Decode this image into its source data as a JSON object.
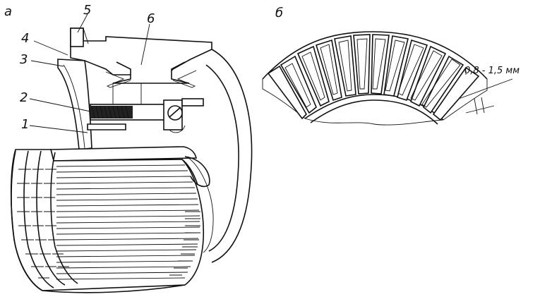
{
  "figure": {
    "view_a_label": "а",
    "view_b_label": "б",
    "dimension_text": "0,8 - 1,5 мм",
    "callouts": [
      {
        "number": "1"
      },
      {
        "number": "2"
      },
      {
        "number": "3"
      },
      {
        "number": "4"
      },
      {
        "number": "5"
      },
      {
        "number": "6"
      }
    ]
  }
}
